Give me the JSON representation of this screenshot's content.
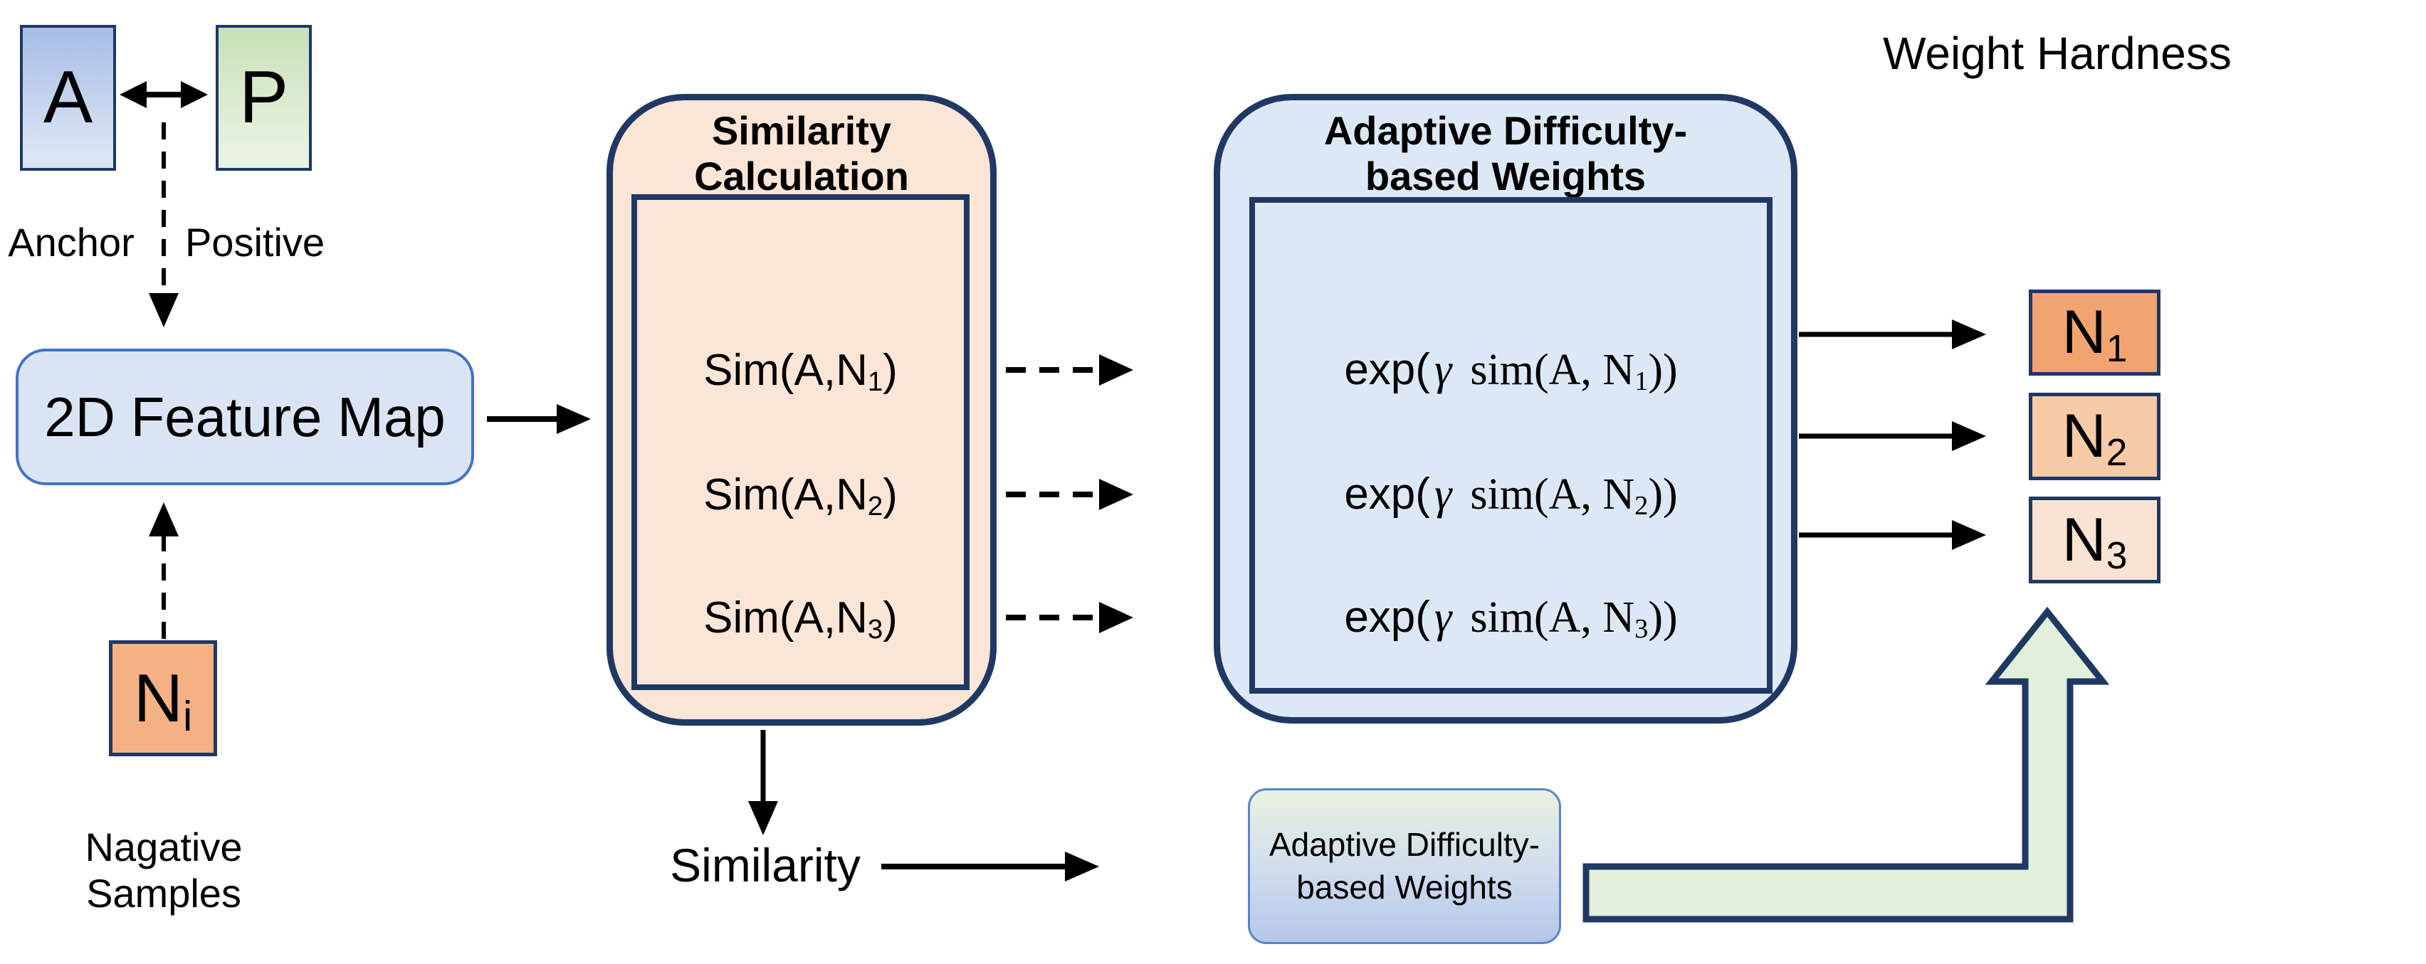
{
  "weight_hardness_title": "Weight Hardness",
  "anchor": {
    "letter": "A",
    "label": "Anchor"
  },
  "positive": {
    "letter": "P",
    "label": "Positive"
  },
  "feature_map": {
    "label": "2D Feature Map"
  },
  "negative": {
    "letter": "N",
    "sub": "i",
    "label": "Nagative Samples"
  },
  "similarity_box": {
    "title_line1": "Similarity",
    "title_line2": "Calculation",
    "rows": [
      {
        "pre": "Sim(A,N",
        "sub": "1",
        "post": ")"
      },
      {
        "pre": "Sim(A,N",
        "sub": "2",
        "post": ")"
      },
      {
        "pre": "Sim(A,N",
        "sub": "3",
        "post": ")"
      }
    ]
  },
  "adaptive_box": {
    "title_line1": "Adaptive Difficulty-",
    "title_line2": "based Weights",
    "rows": [
      {
        "fn": "exp(",
        "gamma": "γ",
        "mid": "sim(A, N",
        "sub": "1",
        "post": "))"
      },
      {
        "fn": "exp(",
        "gamma": "γ",
        "mid": "sim(A, N",
        "sub": "2",
        "post": "))"
      },
      {
        "fn": "exp(",
        "gamma": "γ",
        "mid": "sim(A, N",
        "sub": "3",
        "post": "))"
      }
    ]
  },
  "similarity_arrow_label": "Similarity",
  "weights_result_box": {
    "line1": "Adaptive Difficulty-",
    "line2": "based Weights"
  },
  "hardness_boxes": [
    {
      "letter": "N",
      "sub": "1",
      "fill": "#F2A470"
    },
    {
      "letter": "N",
      "sub": "2",
      "fill": "#F7CBA7"
    },
    {
      "letter": "N",
      "sub": "3",
      "fill": "#FBE3D4"
    }
  ],
  "colors": {
    "navy_border": "#1F3864",
    "blue_border": "#4472C4",
    "similarity_fill": "#FBE5D6",
    "adaptive_fill": "#DCE8F5",
    "feature_map_fill": "#DAE4F4",
    "negative_fill": "#F4B183",
    "anchor_gradient_top": "#A6BDE5",
    "positive_gradient_top": "#C7E1B8",
    "weights_gradient_top": "#E9F2E0",
    "weights_gradient_bottom": "#B5C6E8",
    "green_arrow_fill": "#E2EFDA",
    "arrow_color": "#000000"
  }
}
